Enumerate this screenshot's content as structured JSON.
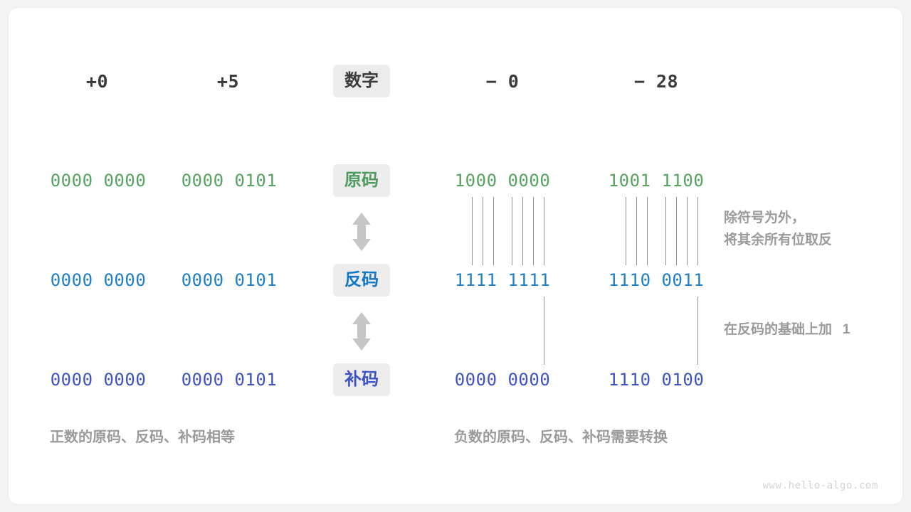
{
  "colors": {
    "page_background": "#f3f3f3",
    "card_background": "#ffffff",
    "card_border": "#eaeaea",
    "badge_background": "#ececec",
    "header_text": "#3b3b3b",
    "sign_magnitude_green": "#55a35f",
    "ones_complement_blue": "#1f7fc4",
    "twos_complement_indigo": "#3d53c4",
    "annotation_gray": "#9a9a9a",
    "connector_line": "#8e8e8e",
    "arrow_gray": "#c6c6c6",
    "watermark": "#d4d4d4"
  },
  "header": {
    "numbers": [
      {
        "label": "+0",
        "sign": "positive"
      },
      {
        "label": "+5",
        "sign": "positive"
      },
      {
        "label": "− 0",
        "sign": "negative"
      },
      {
        "label": "− 28",
        "sign": "negative"
      }
    ],
    "row_badge": "数字"
  },
  "rows": [
    {
      "badge": "原码",
      "badge_style": "green",
      "values": [
        "0000 0000",
        "0000 0101",
        "1000 0000",
        "1001 1100"
      ]
    },
    {
      "badge": "反码",
      "badge_style": "blue",
      "values": [
        "0000 0000",
        "0000 0101",
        "1111 1111",
        "1110 0011"
      ]
    },
    {
      "badge": "补码",
      "badge_style": "indigo",
      "values": [
        "0000 0000",
        "0000 0101",
        "0000 0000",
        "1110 0100"
      ]
    }
  ],
  "arrows": {
    "between_row1_row2": "double-arrow-vertical",
    "between_row2_row3": "double-arrow-vertical"
  },
  "notes": [
    {
      "id": "invert-note",
      "text": "除符号为外，\n将其余所有位取反"
    },
    {
      "id": "add-one-note",
      "text": "在反码的基础上加  1"
    }
  ],
  "captions": [
    {
      "id": "positive-caption",
      "text": "正数的原码、反码、补码相等"
    },
    {
      "id": "negative-caption",
      "text": "负数的原码、反码、补码需要转换"
    }
  ],
  "watermark": "www.hello-algo.com"
}
